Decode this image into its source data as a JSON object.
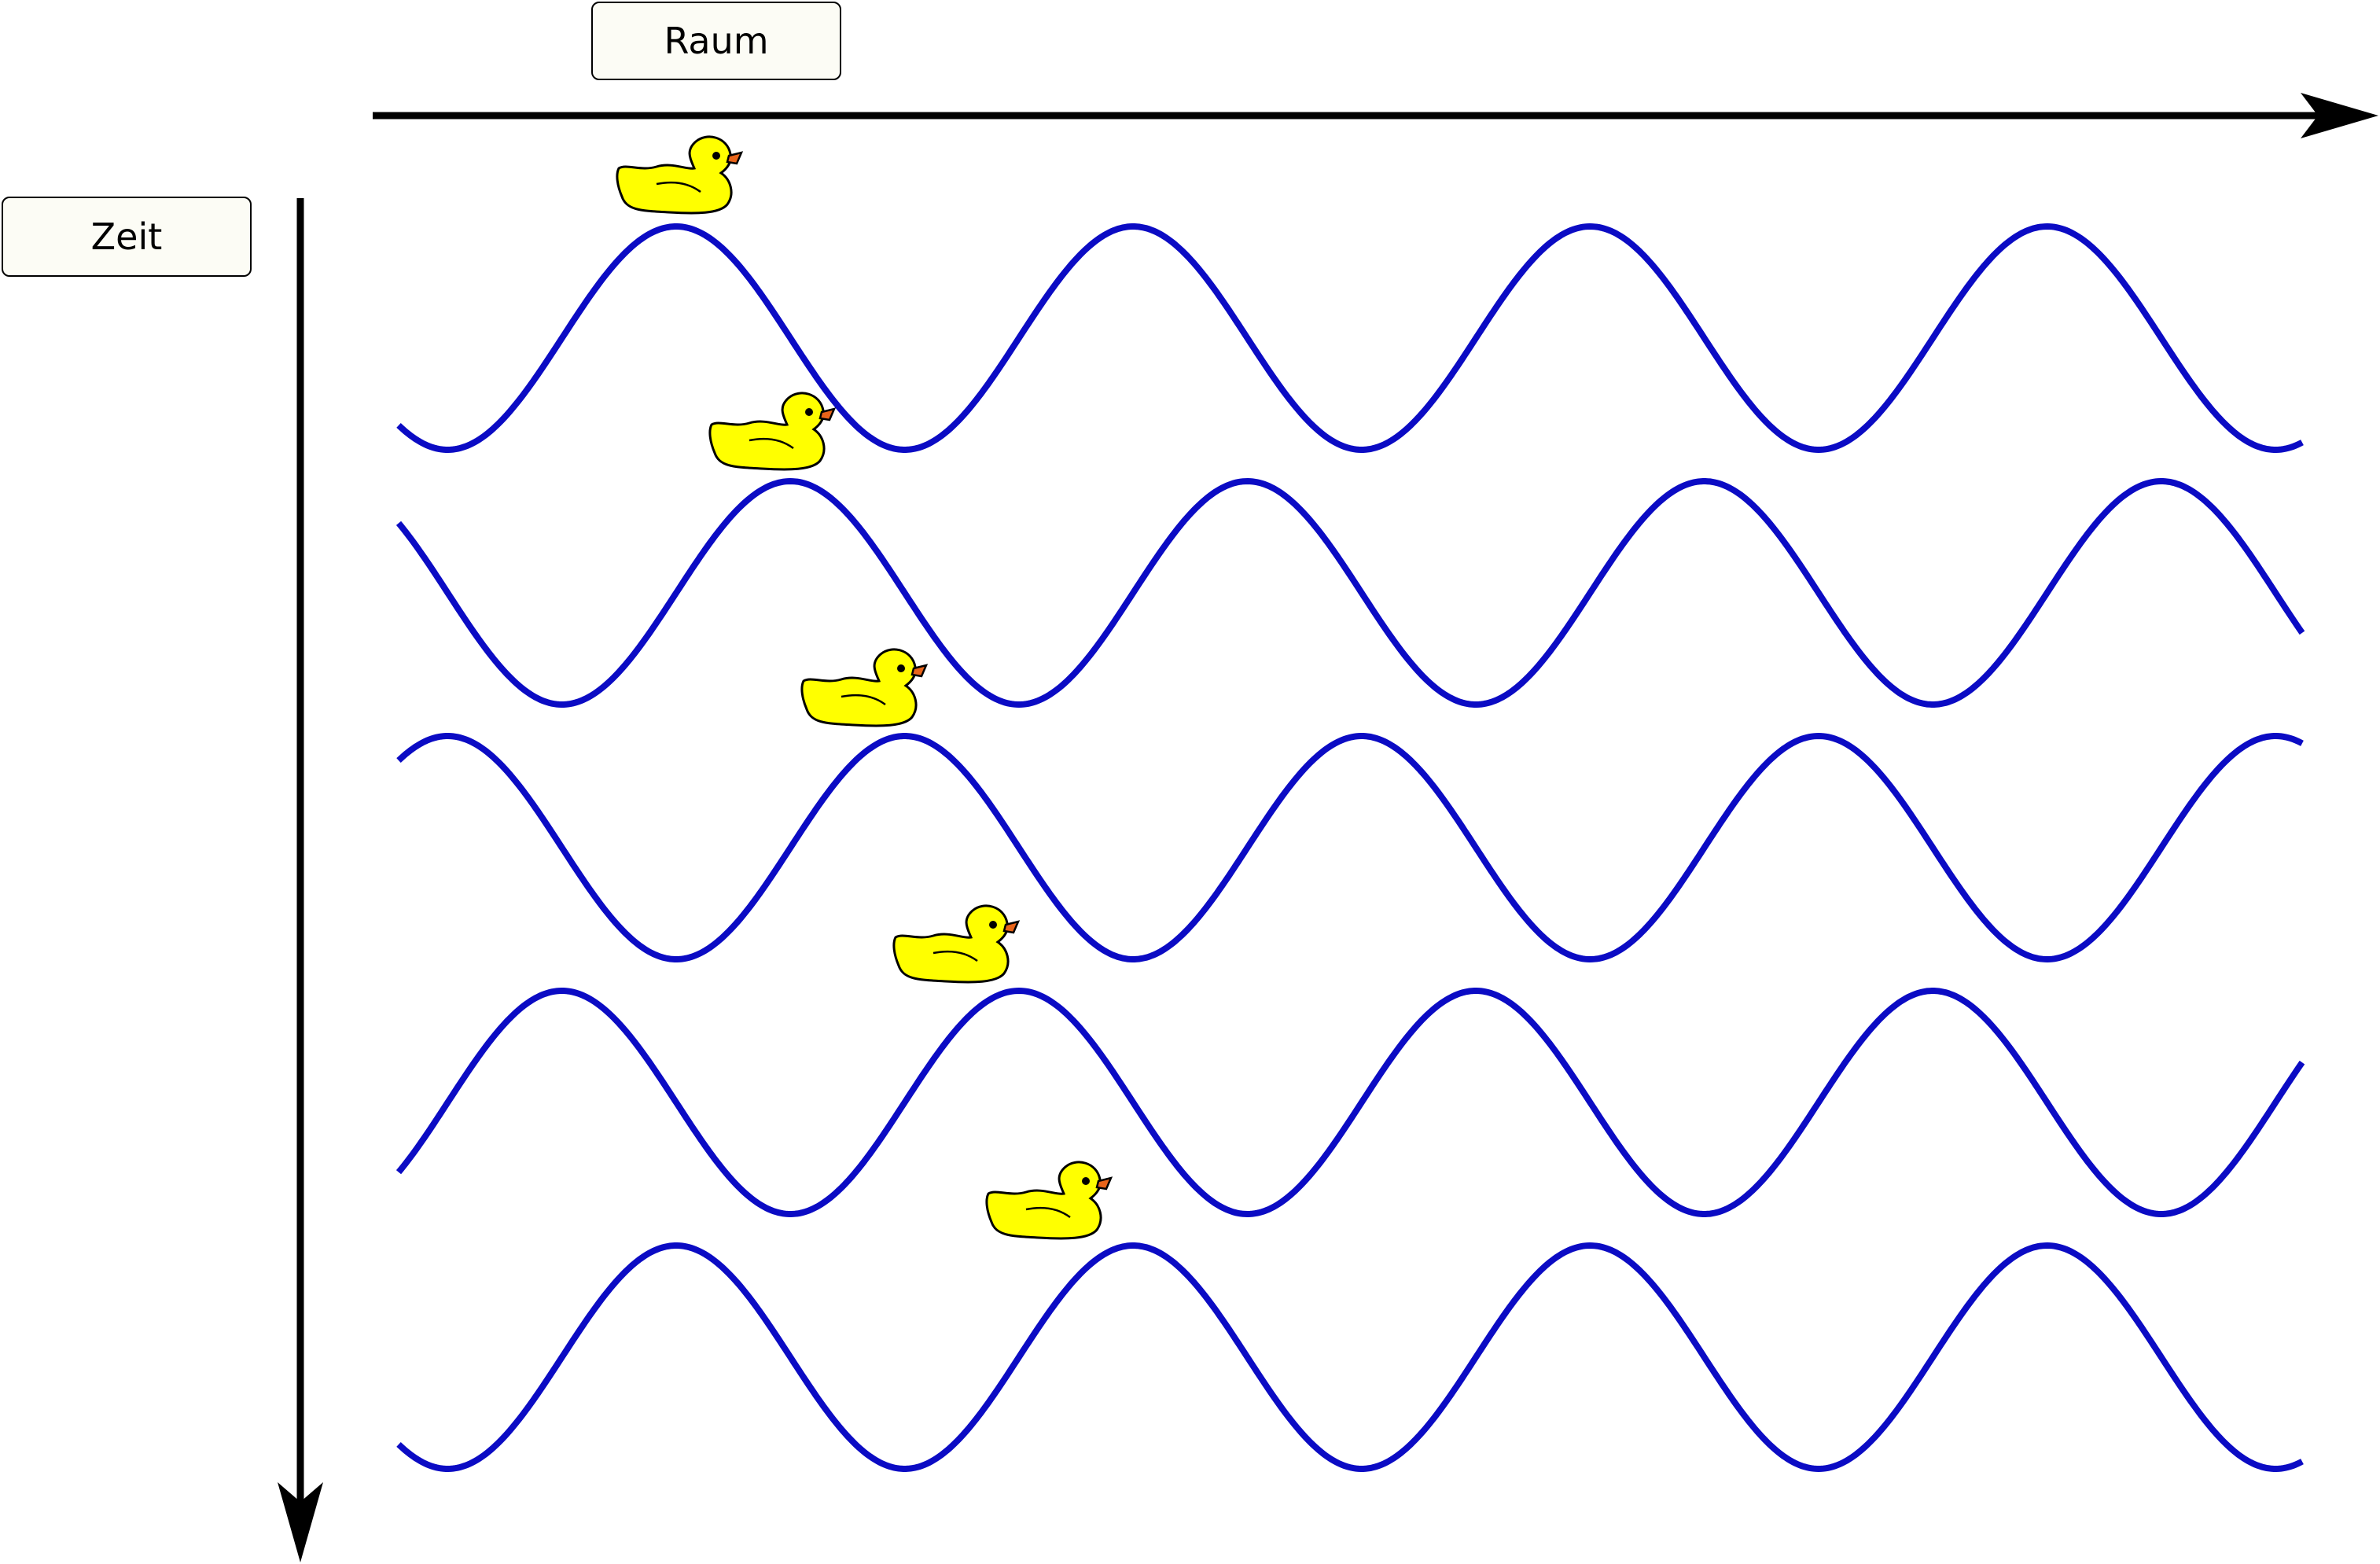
{
  "labels": {
    "space": "Raum",
    "time": "Zeit"
  },
  "colors": {
    "wave": "#0b0bc4",
    "duck_body": "#ffff00",
    "duck_beak": "#e8641a",
    "axis": "#000000",
    "label_fill": "#fcfcf5"
  },
  "icons": {
    "duck": "rubber-duck-icon",
    "axis_head": "arrowhead-icon"
  },
  "wave_rows": 5,
  "wavelength_fraction_of_width": 0.192,
  "phase_shift_per_row": 0.25
}
